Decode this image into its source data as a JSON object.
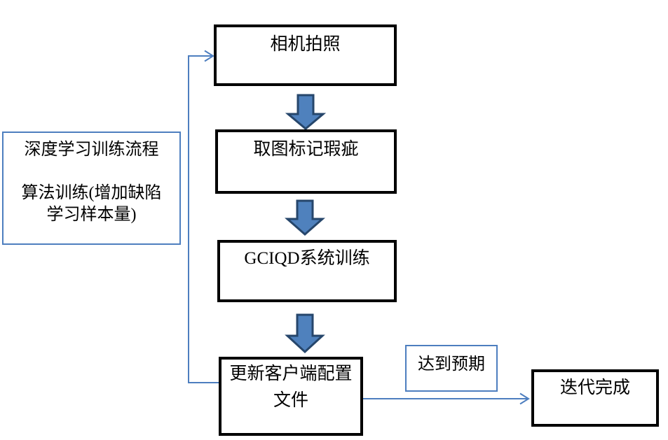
{
  "flowchart": {
    "nodes": {
      "camera": {
        "label": "相机拍照"
      },
      "mark_defects": {
        "label": "取图标记瑕疵"
      },
      "system_training": {
        "label": "GCIQD系统训练"
      },
      "update_config": {
        "line1": "更新客户端配置",
        "line2": "文件"
      },
      "iteration_done": {
        "label": "迭代完成"
      }
    },
    "side_note": {
      "line1": "深度学习训练流程",
      "line2": "算法训练(增加缺陷",
      "line3": "学习样本量)"
    },
    "edge_label": {
      "label": "达到预期"
    },
    "colors": {
      "node_border_black": "#000000",
      "accent_blue": "#4d7ebf",
      "block_arrow_fill": "#4f81bd",
      "block_arrow_outline": "#26466b",
      "text": "#000000",
      "background": "#ffffff"
    }
  }
}
